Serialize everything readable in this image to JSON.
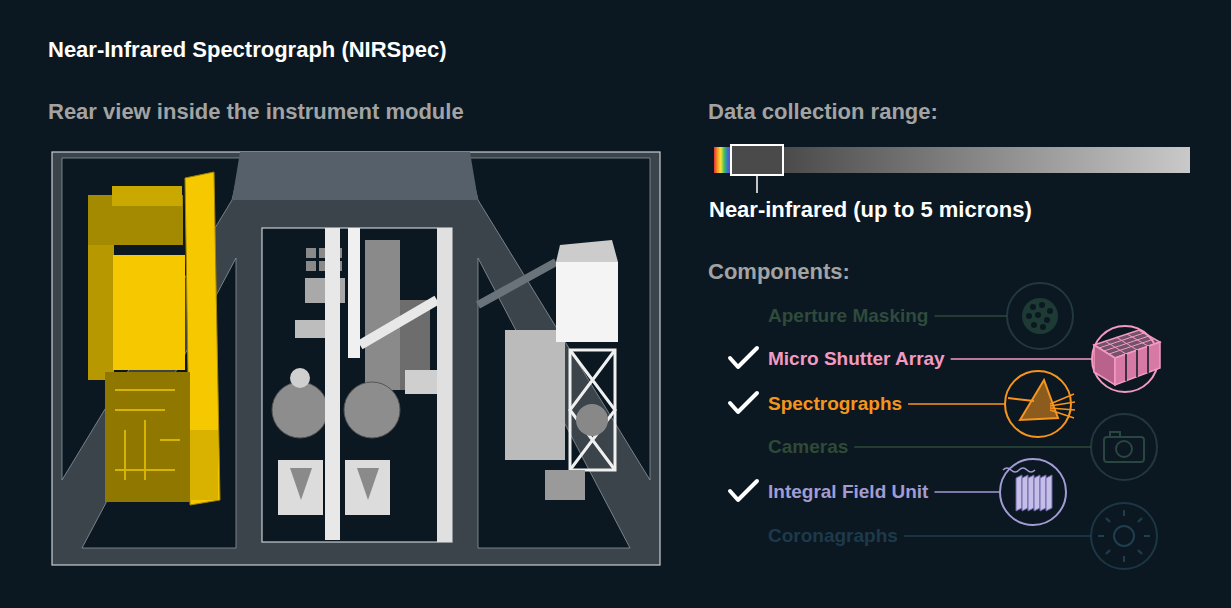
{
  "diagram": {
    "title": "Near-Infrared Spectrograph (NIRSpec)",
    "labels": [
      "Rear view inside the instrument module",
      "Data collection range:",
      "Near-infrared (up to 5 microns)",
      "Components:",
      "Aperture Masking",
      "Micro Shutter Array",
      "Spectrographs",
      "Cameras",
      "Integral Field Unit",
      "Coronagraphs"
    ]
  }
}
